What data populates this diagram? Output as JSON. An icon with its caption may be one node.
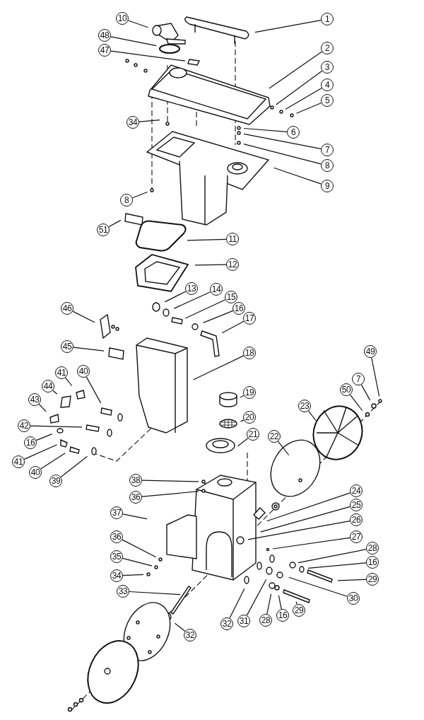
{
  "diagram": {
    "nodes": [
      {
        "text": [
          "10"
        ]
      },
      {
        "text": [
          "1"
        ]
      },
      {
        "text": [
          "48"
        ]
      },
      {
        "text": [
          "2"
        ]
      },
      {
        "text": [
          "47"
        ]
      },
      {
        "text": [
          "3"
        ]
      },
      {
        "text": [
          "4"
        ]
      },
      {
        "text": [
          "5"
        ]
      },
      {
        "text": [
          "34"
        ]
      },
      {
        "text": [
          "6"
        ]
      },
      {
        "text": [
          "7"
        ]
      },
      {
        "text": [
          "8"
        ]
      },
      {
        "text": [
          "9"
        ]
      },
      {
        "text": [
          "8"
        ]
      },
      {
        "text": [
          "51"
        ]
      },
      {
        "text": [
          "11"
        ]
      },
      {
        "text": [
          "12"
        ]
      },
      {
        "text": [
          "13"
        ]
      },
      {
        "text": [
          "14"
        ]
      },
      {
        "text": [
          "15"
        ]
      },
      {
        "text": [
          "46"
        ]
      },
      {
        "text": [
          "16"
        ]
      },
      {
        "text": [
          "17"
        ]
      },
      {
        "text": [
          "45"
        ]
      },
      {
        "text": [
          "49"
        ]
      },
      {
        "text": [
          "18"
        ]
      },
      {
        "text": [
          "40"
        ]
      },
      {
        "text": [
          "41"
        ]
      },
      {
        "text": [
          "7"
        ]
      },
      {
        "text": [
          "44"
        ]
      },
      {
        "text": [
          "50"
        ]
      },
      {
        "text": [
          "19"
        ]
      },
      {
        "text": [
          "43"
        ]
      },
      {
        "text": [
          "23"
        ]
      },
      {
        "text": [
          "20"
        ]
      },
      {
        "text": [
          "42"
        ]
      },
      {
        "text": [
          "21"
        ]
      },
      {
        "text": [
          "22"
        ]
      },
      {
        "text": [
          "16"
        ]
      },
      {
        "text": [
          "41"
        ]
      },
      {
        "text": [
          "40"
        ]
      },
      {
        "text": [
          "38"
        ]
      },
      {
        "text": [
          "39"
        ]
      },
      {
        "text": [
          "36"
        ]
      },
      {
        "text": [
          "24"
        ]
      },
      {
        "text": [
          "25"
        ]
      },
      {
        "text": [
          "37"
        ]
      },
      {
        "text": [
          "26"
        ]
      },
      {
        "text": [
          "36"
        ]
      },
      {
        "text": [
          "27"
        ]
      },
      {
        "text": [
          "28"
        ]
      },
      {
        "text": [
          "35"
        ]
      },
      {
        "text": [
          "16"
        ]
      },
      {
        "text": [
          "34"
        ]
      },
      {
        "text": [
          "29"
        ]
      },
      {
        "text": [
          "33"
        ]
      },
      {
        "text": [
          "30"
        ]
      },
      {
        "text": [
          "29"
        ]
      },
      {
        "text": [
          "16"
        ]
      },
      {
        "text": [
          "28"
        ]
      },
      {
        "text": [
          "31"
        ]
      },
      {
        "text": [
          "32"
        ]
      },
      {
        "text": [
          "32"
        ]
      }
    ],
    "edges": [
      {
        "from": 0,
        "to": null,
        "arrow": "none"
      },
      {
        "from": 1,
        "to": null,
        "arrow": "none"
      },
      {
        "from": 2,
        "to": null,
        "arrow": "none"
      },
      {
        "from": 3,
        "to": null,
        "arrow": "none"
      },
      {
        "from": 4,
        "to": null,
        "arrow": "none"
      },
      {
        "from": 5,
        "to": null,
        "arrow": "none"
      },
      {
        "from": 6,
        "to": null,
        "arrow": "none"
      },
      {
        "from": 7,
        "to": null,
        "arrow": "none"
      },
      {
        "from": 8,
        "to": null,
        "arrow": "none"
      },
      {
        "from": 9,
        "to": null,
        "arrow": "none"
      },
      {
        "from": 10,
        "to": null,
        "arrow": "none"
      },
      {
        "from": 11,
        "to": null,
        "arrow": "none"
      },
      {
        "from": 12,
        "to": null,
        "arrow": "none"
      },
      {
        "from": 13,
        "to": null,
        "arrow": "none"
      },
      {
        "from": 14,
        "to": null,
        "arrow": "none"
      },
      {
        "from": 15,
        "to": null,
        "arrow": "none"
      },
      {
        "from": 16,
        "to": null,
        "arrow": "none"
      },
      {
        "from": 17,
        "to": null,
        "arrow": "none"
      },
      {
        "from": 18,
        "to": null,
        "arrow": "none"
      },
      {
        "from": 19,
        "to": null,
        "arrow": "none"
      },
      {
        "from": 20,
        "to": null,
        "arrow": "none"
      },
      {
        "from": 21,
        "to": null,
        "arrow": "none"
      },
      {
        "from": 22,
        "to": null,
        "arrow": "none"
      },
      {
        "from": 23,
        "to": null,
        "arrow": "none"
      },
      {
        "from": 24,
        "to": null,
        "arrow": "none"
      },
      {
        "from": 25,
        "to": null,
        "arrow": "none"
      },
      {
        "from": 26,
        "to": null,
        "arrow": "none"
      },
      {
        "from": 27,
        "to": null,
        "arrow": "none"
      },
      {
        "from": 28,
        "to": null,
        "arrow": "none"
      },
      {
        "from": 29,
        "to": null,
        "arrow": "none"
      },
      {
        "from": 30,
        "to": null,
        "arrow": "none"
      },
      {
        "from": 31,
        "to": null,
        "arrow": "none"
      },
      {
        "from": 32,
        "to": null,
        "arrow": "none"
      },
      {
        "from": 33,
        "to": null,
        "arrow": "none"
      },
      {
        "from": 34,
        "to": null,
        "arrow": "none"
      },
      {
        "from": 35,
        "to": null,
        "arrow": "none"
      },
      {
        "from": 36,
        "to": null,
        "arrow": "none"
      },
      {
        "from": 37,
        "to": null,
        "arrow": "none"
      },
      {
        "from": 38,
        "to": null,
        "arrow": "none"
      },
      {
        "from": 39,
        "to": null,
        "arrow": "none"
      },
      {
        "from": 40,
        "to": null,
        "arrow": "none"
      },
      {
        "from": 41,
        "to": null,
        "arrow": "none"
      },
      {
        "from": 42,
        "to": null,
        "arrow": "none"
      },
      {
        "from": 43,
        "to": null,
        "arrow": "none"
      },
      {
        "from": 44,
        "to": null,
        "arrow": "none"
      },
      {
        "from": 45,
        "to": null,
        "arrow": "none"
      },
      {
        "from": 46,
        "to": null,
        "arrow": "none"
      },
      {
        "from": 47,
        "to": null,
        "arrow": "none"
      },
      {
        "from": 48,
        "to": null,
        "arrow": "none"
      },
      {
        "from": 49,
        "to": null,
        "arrow": "none"
      },
      {
        "from": 50,
        "to": null,
        "arrow": "none"
      },
      {
        "from": 51,
        "to": null,
        "arrow": "none"
      },
      {
        "from": 52,
        "to": null,
        "arrow": "none"
      },
      {
        "from": 53,
        "to": null,
        "arrow": "none"
      },
      {
        "from": 54,
        "to": null,
        "arrow": "none"
      },
      {
        "from": 55,
        "to": null,
        "arrow": "none"
      },
      {
        "from": 56,
        "to": null,
        "arrow": "none"
      },
      {
        "from": 57,
        "to": null,
        "arrow": "none"
      },
      {
        "from": 58,
        "to": null,
        "arrow": "none"
      },
      {
        "from": 59,
        "to": null,
        "arrow": "none"
      },
      {
        "from": 60,
        "to": null,
        "arrow": "none"
      },
      {
        "from": 61,
        "to": null,
        "arrow": "none"
      },
      {
        "from": 62,
        "to": null,
        "arrow": "none"
      }
    ]
  }
}
